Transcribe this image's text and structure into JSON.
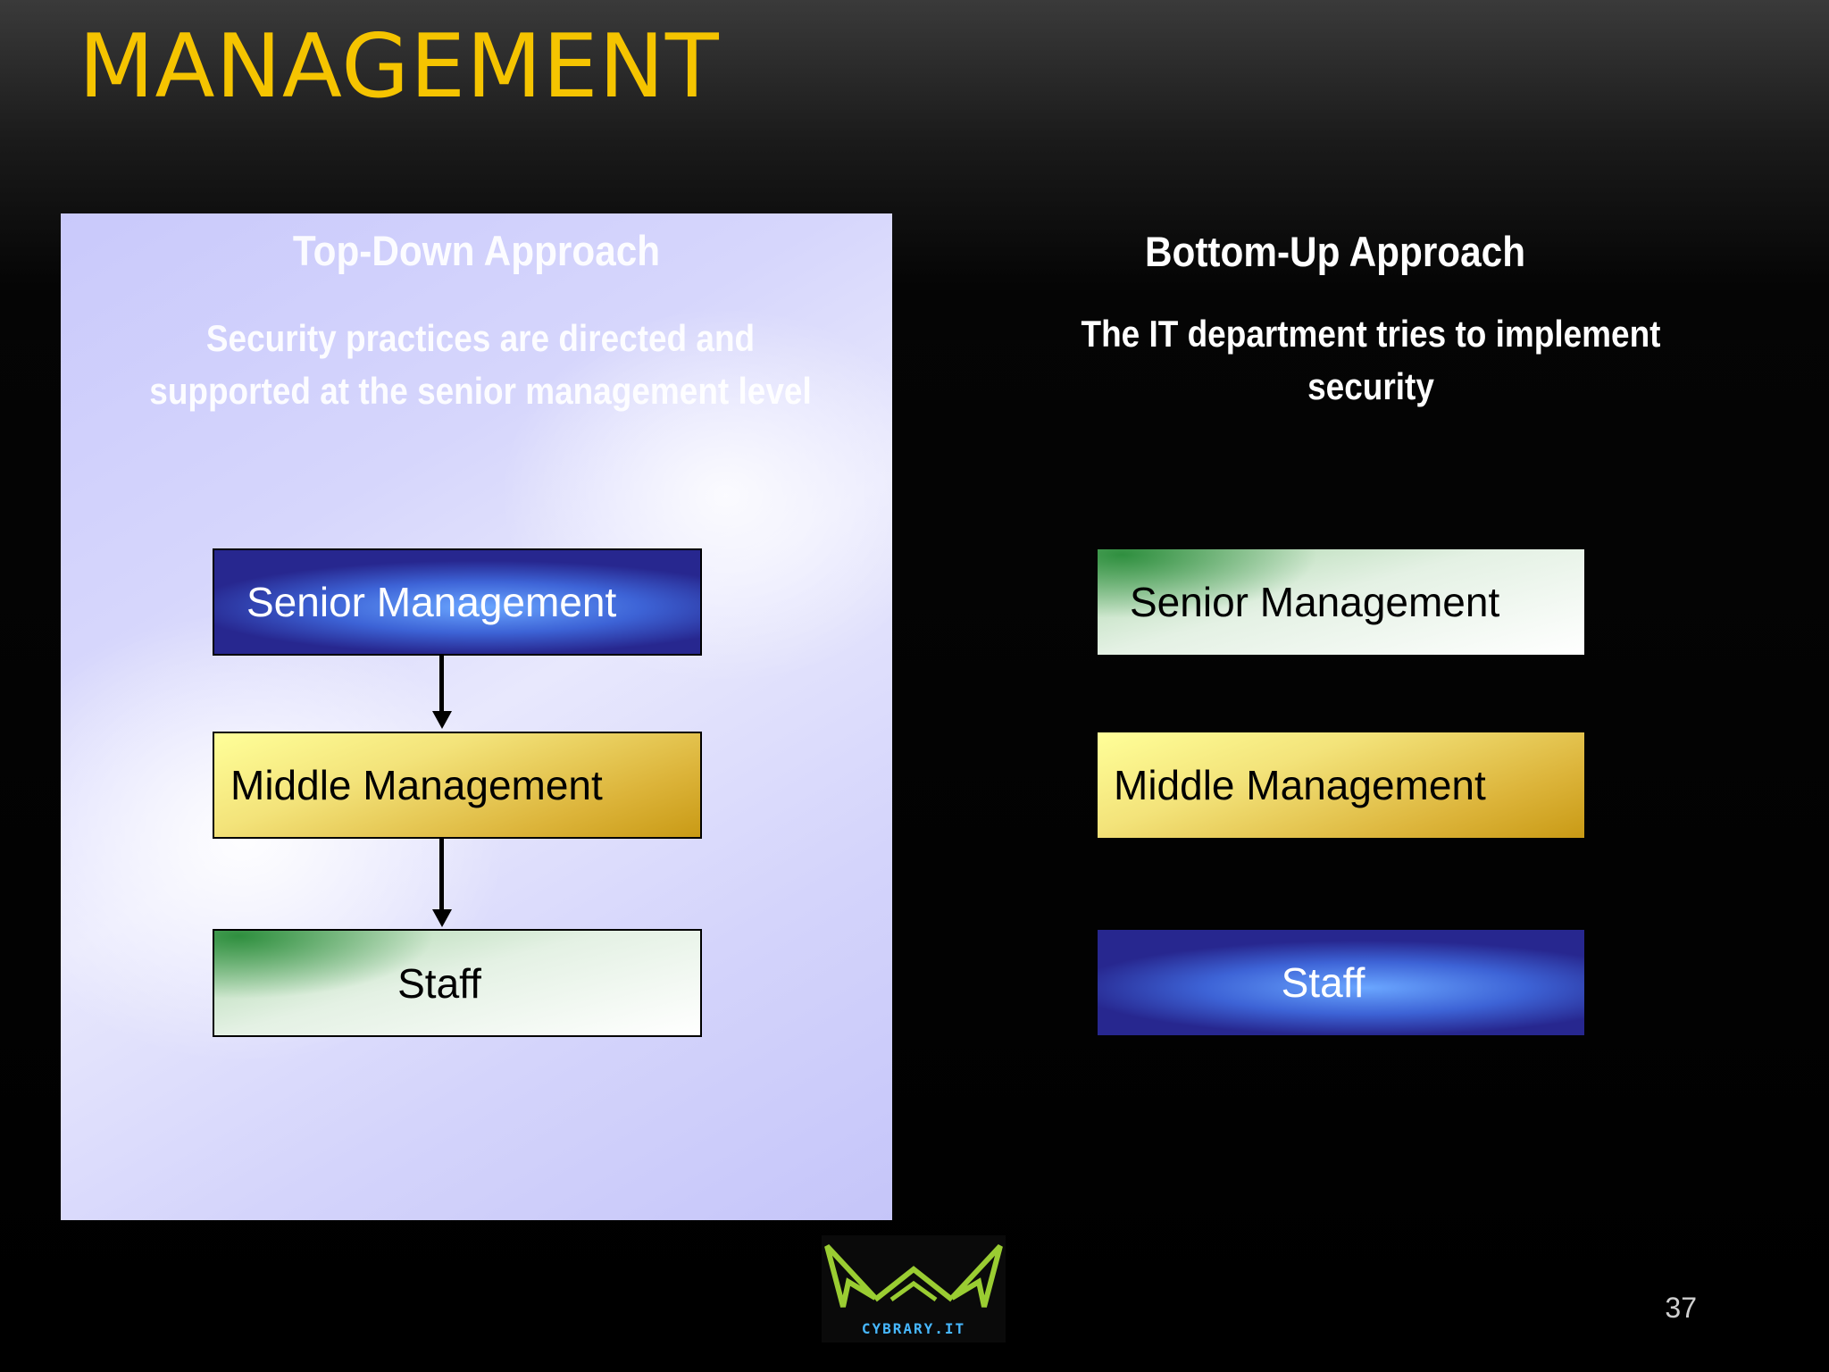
{
  "slide": {
    "title": "MANAGEMENT",
    "page_number": "37"
  },
  "top_down": {
    "heading": "Top-Down Approach",
    "description": "Security practices are directed and supported at the senior management level",
    "boxes": {
      "senior": "Senior Management",
      "middle": "Middle Management",
      "staff": "Staff"
    }
  },
  "bottom_up": {
    "heading": "Bottom-Up Approach",
    "description": "The IT department tries to implement security",
    "boxes": {
      "senior": "Senior Management",
      "middle": "Middle Management",
      "staff": "Staff"
    }
  },
  "logo": {
    "text": "CYBRARY.IT"
  },
  "colors": {
    "title": "#f5c400",
    "panel": "#d0d0fb",
    "blue_box": "#3d63d6",
    "gold_box": "#dcb43a",
    "green_box": "#2f8f3f"
  }
}
